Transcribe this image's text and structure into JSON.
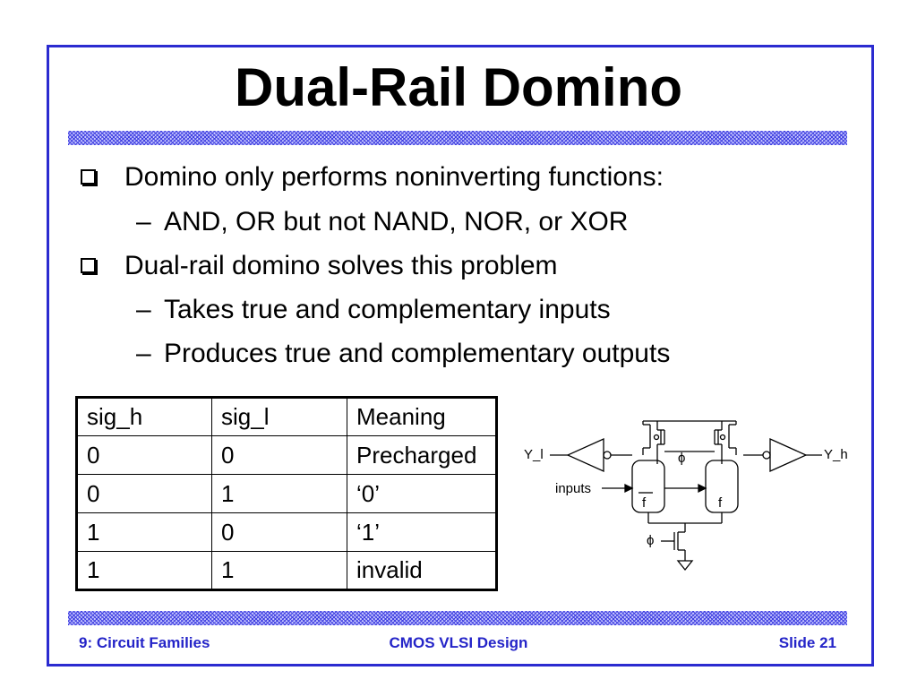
{
  "title": "Dual-Rail Domino",
  "bullets": [
    {
      "text": "Domino only performs noninverting functions:"
    },
    {
      "text": "AND, OR but not NAND, NOR, or XOR"
    },
    {
      "text": "Dual-rail domino solves this problem"
    },
    {
      "text": "Takes true and complementary inputs"
    },
    {
      "text": "Produces true and complementary outputs"
    }
  ],
  "sub_marker": "–",
  "table": {
    "headers": [
      "sig_h",
      "sig_l",
      "Meaning"
    ],
    "rows": [
      [
        "0",
        "0",
        "Precharged"
      ],
      [
        "0",
        "1",
        "‘0’"
      ],
      [
        "1",
        "0",
        "‘1’"
      ],
      [
        "1",
        "1",
        "invalid"
      ]
    ]
  },
  "circuit": {
    "left_output": "Y_l",
    "right_output": "Y_h",
    "inputs_label": "inputs",
    "phi_symbol": "ϕ",
    "f_bar_label": "f",
    "f_label": "f"
  },
  "footer": {
    "left": "9: Circuit Families",
    "center": "CMOS VLSI Design",
    "right": "Slide 21"
  },
  "colors": {
    "frame": "#2b2bd0",
    "footer_text": "#2424c8"
  }
}
